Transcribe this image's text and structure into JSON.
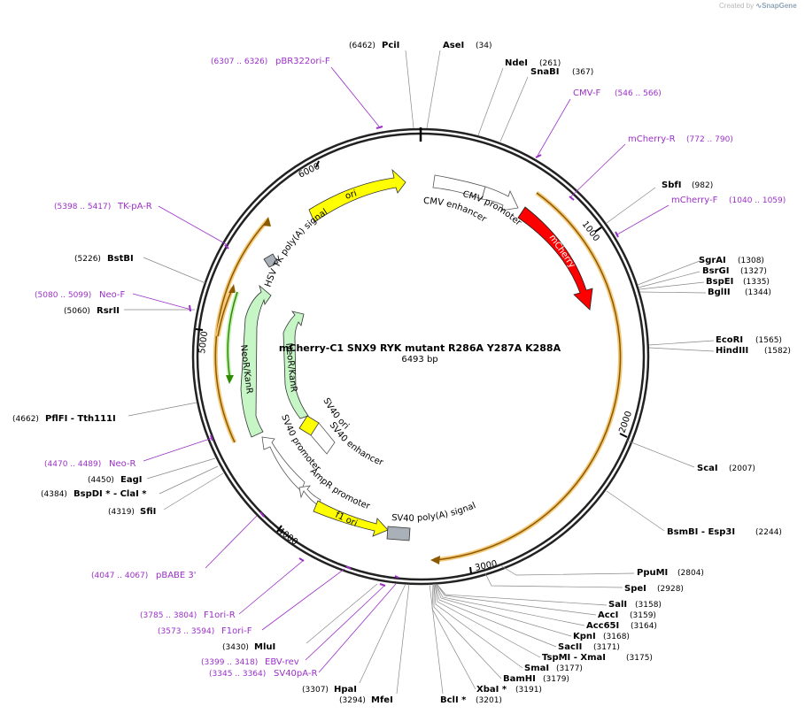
{
  "credit": {
    "created_by": "Created by",
    "brand": "SnapGene"
  },
  "plasmid": {
    "name": "mCherry-C1 SNX9 RYK mutant R286A Y287A K288A",
    "length_label": "6493 bp",
    "length": 6493
  },
  "ticks": [
    "1000",
    "2000",
    "3000",
    "4000",
    "5000",
    "6000"
  ],
  "sites": [
    {
      "id": "pcii",
      "name": "PciI",
      "pos": "(6462)"
    },
    {
      "id": "asei",
      "name": "AseI",
      "pos": "(34)"
    },
    {
      "id": "ndei",
      "name": "NdeI",
      "pos": "(261)"
    },
    {
      "id": "snabi",
      "name": "SnaBI",
      "pos": "(367)"
    },
    {
      "id": "sbfi",
      "name": "SbfI",
      "pos": "(982)"
    },
    {
      "id": "sgrai",
      "name": "SgrAI",
      "pos": "(1308)"
    },
    {
      "id": "bsrgi",
      "name": "BsrGI",
      "pos": "(1327)"
    },
    {
      "id": "bspei",
      "name": "BspEI",
      "pos": "(1335)"
    },
    {
      "id": "bglii",
      "name": "BglII",
      "pos": "(1344)"
    },
    {
      "id": "ecori",
      "name": "EcoRI",
      "pos": "(1565)"
    },
    {
      "id": "hindiii",
      "name": "HindIII",
      "pos": "(1582)"
    },
    {
      "id": "scai",
      "name": "ScaI",
      "pos": "(2007)"
    },
    {
      "id": "bsmbi",
      "name": "BsmBI   - Esp3I",
      "pos": "(2244)"
    },
    {
      "id": "ppumi",
      "name": "PpuMI",
      "pos": "(2804)"
    },
    {
      "id": "spei",
      "name": "SpeI",
      "pos": "(2928)"
    },
    {
      "id": "sali",
      "name": "SalI",
      "pos": "(3158)"
    },
    {
      "id": "acci",
      "name": "AccI",
      "pos": "(3159)"
    },
    {
      "id": "acc65i",
      "name": "Acc65I",
      "pos": "(3164)"
    },
    {
      "id": "kpni",
      "name": "KpnI",
      "pos": "(3168)"
    },
    {
      "id": "sacii",
      "name": "SacII",
      "pos": "(3171)"
    },
    {
      "id": "tspmi",
      "name": "TspMI   - XmaI",
      "pos": "(3175)"
    },
    {
      "id": "smai",
      "name": "SmaI",
      "pos": "(3177)"
    },
    {
      "id": "bamhi",
      "name": "BamHI",
      "pos": "(3179)"
    },
    {
      "id": "xbai",
      "name": "XbaI *",
      "pos": "(3191)"
    },
    {
      "id": "bcli",
      "name": "BclI *",
      "pos": "(3201)"
    },
    {
      "id": "mfei",
      "name": "MfeI",
      "pos": "(3294)"
    },
    {
      "id": "hpai",
      "name": "HpaI",
      "pos": "(3307)"
    },
    {
      "id": "mlui",
      "name": "MluI",
      "pos": "(3430)"
    },
    {
      "id": "sfii",
      "name": "SfiI",
      "pos": "(4319)"
    },
    {
      "id": "bspdi",
      "name": "BspDI *  - ClaI *",
      "pos": "(4384)"
    },
    {
      "id": "eagi",
      "name": "EagI",
      "pos": "(4450)"
    },
    {
      "id": "pflfi",
      "name": "PflFI   - Tth111I",
      "pos": "(4662)"
    },
    {
      "id": "rsrii",
      "name": "RsrII",
      "pos": "(5060)"
    },
    {
      "id": "bstbi",
      "name": "BstBI",
      "pos": "(5226)"
    }
  ],
  "primers": [
    {
      "id": "pbr322ori-f",
      "name": "pBR322ori-F",
      "pos": "(6307 .. 6326)"
    },
    {
      "id": "cmv-f",
      "name": "CMV-F",
      "pos": "(546 .. 566)"
    },
    {
      "id": "mcherry-r",
      "name": "mCherry-R",
      "pos": "(772 .. 790)"
    },
    {
      "id": "mcherry-f",
      "name": "mCherry-F",
      "pos": "(1040 .. 1059)"
    },
    {
      "id": "tk-pa-r",
      "name": "TK-pA-R",
      "pos": "(5398 .. 5417)"
    },
    {
      "id": "neo-f",
      "name": "Neo-F",
      "pos": "(5080 .. 5099)"
    },
    {
      "id": "neo-r",
      "name": "Neo-R",
      "pos": "(4470 .. 4489)"
    },
    {
      "id": "pbabe-3",
      "name": "pBABE 3'",
      "pos": "(4047 .. 4067)"
    },
    {
      "id": "f1ori-r",
      "name": "F1ori-R",
      "pos": "(3785 .. 3804)"
    },
    {
      "id": "f1ori-f",
      "name": "F1ori-F",
      "pos": "(3573 .. 3594)"
    },
    {
      "id": "ebv-rev",
      "name": "EBV-rev",
      "pos": "(3399 .. 3418)"
    },
    {
      "id": "sv40pa-r",
      "name": "SV40pA-R",
      "pos": "(3345 .. 3364)"
    }
  ],
  "features": [
    {
      "id": "ori",
      "label": "ori",
      "color": "#ffff00"
    },
    {
      "id": "cmv-enhancer",
      "label": "CMV enhancer",
      "color": "#ffffff"
    },
    {
      "id": "cmv-promoter",
      "label": "CMV promoter",
      "color": "#ffffff"
    },
    {
      "id": "mcherry",
      "label": "mCherry",
      "color": "#ff0000"
    },
    {
      "id": "hsv-tk-polya",
      "label": "HSV TK poly(A) signal",
      "color": "#a9b0b8"
    },
    {
      "id": "neor-kanr-outer",
      "label": "NeoR/KanR",
      "color": "#c6f5c6"
    },
    {
      "id": "neor-kanr-inner",
      "label": "NeoR/KanR",
      "color": "#c6f5c6"
    },
    {
      "id": "sv40-ori",
      "label": "SV40 ori",
      "color": "#ffff00"
    },
    {
      "id": "sv40-enhancer",
      "label": "SV40 enhancer",
      "color": "#ffffff"
    },
    {
      "id": "sv40-promoter",
      "label": "SV40 promoter",
      "color": "#ffffff"
    },
    {
      "id": "ampr-promoter",
      "label": "AmpR promoter",
      "color": "#ffffff"
    },
    {
      "id": "f1-ori",
      "label": "f1 ori",
      "color": "#ffff00"
    },
    {
      "id": "sv40-polya",
      "label": "SV40 poly(A) signal",
      "color": "#a9b0b8"
    }
  ],
  "colors": {
    "primer": "#9b30c8",
    "orf_highlight": "#f5c97a",
    "orf_line": "#8b5a00",
    "backbone": "#222222"
  }
}
